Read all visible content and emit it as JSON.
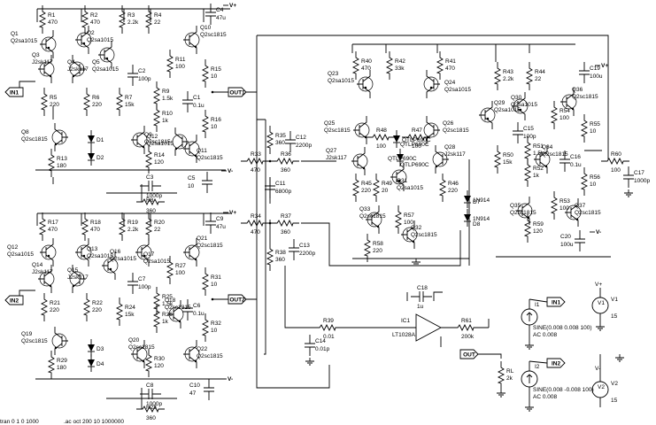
{
  "nets": {
    "in1": "IN1",
    "in2": "IN2",
    "out1": "OUT1",
    "out2": "OUT2",
    "out": "OUT",
    "vplus": "V+",
    "vminus": "V-"
  },
  "sources": {
    "v1": {
      "name": "V1",
      "value": "15"
    },
    "v2": {
      "name": "V2",
      "value": "15"
    },
    "i1": {
      "name": "I1",
      "spec": "SINE(0.008 0.008 100)",
      "ac": "AC 0.008"
    },
    "i2": {
      "name": "I2",
      "spec": "SINE(0.008 -0.008 100)",
      "ac": "AC 0.008"
    }
  },
  "directives": {
    "tran": "tran 0 1 0 1000",
    "ac": ".ac oct 200 10 1000000"
  },
  "parts": {
    "Q1": "Q2sa1015",
    "Q2": "Q2sa1015",
    "Q3": "J2sk117",
    "Q4": "J2sk117",
    "Q5": "Q2sa1015",
    "Q8": "Q2sc1815",
    "Q9": "Q2sc1815",
    "Q10": "Q2sc1815",
    "Q11": "Q2sc1815",
    "Q12": "Q2sa1015",
    "Q13": "Q2sa1015",
    "Q14": "J2sk117",
    "Q15": "J2sk117",
    "Q16": "Q2sa1015",
    "Q17": "Q2sa1015",
    "Q18": "Q2sc1815",
    "Q19": "Q2sc1815",
    "Q20": "Q2sc1815",
    "Q21": "Q2sc1815",
    "Q22": "Q2sc1815",
    "Q23": "Q2sa1015",
    "Q24": "Q2sa1015",
    "Q25": "Q2sc1815",
    "Q26": "Q2sc1815",
    "Q27": "J2sk117",
    "Q28": "J2sk117",
    "Q29": "Q2sa1015",
    "Q30": "Q2sa1015",
    "Q31": "Q2sa1015",
    "Q32": "Q2sc1815",
    "Q33": "Q2sc1815",
    "Q34": "Q2sc1815",
    "Q35": "Q2sc1815",
    "Q36": "Q2sc1815",
    "Q37": "Q2sc1815",
    "R1": "470",
    "R2": "470",
    "R3": "2.2k",
    "R4": "22",
    "R5": "220",
    "R6": "220",
    "R7": "15k",
    "R8": "360",
    "R9": "1.5k",
    "R10": "1k",
    "R11": "100",
    "R13": "180",
    "R14": "120",
    "R15": "10",
    "R16": "10",
    "R17": "470",
    "R18": "470",
    "R19": "2.2k",
    "R20": "22",
    "R21": "220",
    "R22": "220",
    "R23": "360",
    "R24": "15k",
    "R25": "1.5k",
    "R26": "1k",
    "R27": "100",
    "R29": "180",
    "R30": "120",
    "R31": "10",
    "R32": "10",
    "R33": "470",
    "R34": "470",
    "R35": "360",
    "R36": "360",
    "R37": "360",
    "R38": "360",
    "R39": "0.01",
    "R40": "470",
    "R41": "470",
    "R42": "33k",
    "R43": "2.2k",
    "R44": "22",
    "R45": "220",
    "R46": "220",
    "R47": "100",
    "R48": "100",
    "R49": "20",
    "R50": "15k",
    "R51": "1.5k",
    "R52": "1k",
    "R53": "100",
    "R54": "100",
    "R55": "10",
    "R56": "10",
    "R57": "100",
    "R58": "220",
    "R59": "120",
    "R60": "100",
    "R61": "200k",
    "RL": "2k",
    "C1": "0.1u",
    "C2": "100p",
    "C3": "1000p",
    "C4": "47u",
    "C5": "10",
    "C6": "0.1u",
    "C7": "100p",
    "C8": "1000p",
    "C9": "47u",
    "C10": "47",
    "C11": "6800p",
    "C12": "2200p",
    "C13": "2200p",
    "C14": "0.01p",
    "C15": "100p",
    "C16": "0.1u",
    "C17": "1000p",
    "C18": "1u",
    "C19": "100u",
    "C20": "100u",
    "D1": "D1",
    "D2": "D2",
    "D3": "D3",
    "D4": "D4",
    "D6": "QTLP690C",
    "D7": "1N914",
    "D8": "1N914",
    "D9": "QTLP690C",
    "IC1": "LT1028A"
  }
}
